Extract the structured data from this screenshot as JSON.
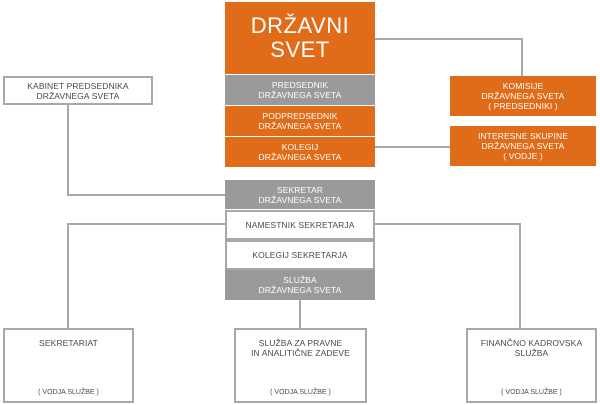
{
  "colors": {
    "orange": "#e06c1a",
    "gray": "#9a9a9a",
    "line": "#a8a8a8"
  },
  "top": {
    "drzavni_svet": "DRŽAVNI SVET",
    "predsednik": "PREDSEDNIK\nDRŽAVNEGA SVETA",
    "podpredsednik": "PODPREDSEDNIK\nDRŽAVNEGA SVETA",
    "kolegij": "KOLEGIJ\nDRŽAVNEGA SVETA"
  },
  "left": {
    "kabinet": "KABINET PREDSEDNIKA\nDRŽAVNEGA SVETA"
  },
  "right": {
    "komisije": "KOMISIJE\nDRŽAVNEGA SVETA\n( PREDSEDNIKI )",
    "interesne": "INTERESNE SKUPINE\nDRŽAVNEGA SVETA\n( VODJE )"
  },
  "middle": {
    "sekretar": "SEKRETAR\nDRŽAVNEGA SVETA",
    "namestnik": "NAMESTNIK SEKRETARJA",
    "kolegij_sekretarja": "KOLEGIJ SEKRETARJA",
    "sluzba": "SLUŽBA\nDRŽAVNEGA SVETA"
  },
  "bottom": {
    "sekretariat": "SEKRETARIAT",
    "sekretariat_vodja": "( VODJA SLUŽBE )",
    "pravne": "SLUŽBA ZA PRAVNE\nIN ANALITIČNE ZADEVE",
    "pravne_vodja": "( VODJA SLUŽBE )",
    "financno": "FINANČNO KADROVSKA\nSLUŽBA",
    "financno_vodja": "( VODJA SLUŽBE )"
  }
}
